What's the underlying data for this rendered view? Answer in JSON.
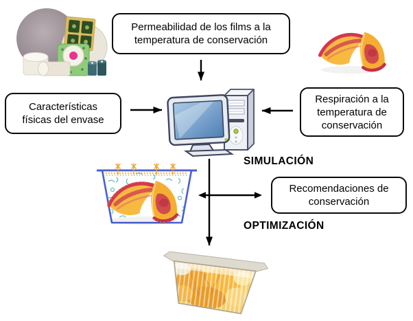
{
  "diagram": {
    "boxes": {
      "permeability": {
        "lines": [
          "Permeabilidad de los films a la",
          "temperatura de conservación"
        ]
      },
      "physical": {
        "lines": [
          "Características",
          "físicas del envase"
        ]
      },
      "respiration": {
        "lines": [
          "Respiración a la",
          "temperatura de",
          "conservación"
        ]
      },
      "recommendations": {
        "lines": [
          "Recomendaciones de",
          "conservación"
        ]
      }
    },
    "labels": {
      "simulation": "SIMULACIÓN",
      "optimization": "OPTIMIZACIÓN"
    },
    "images": {
      "film_rolls": "packaging-film-rolls",
      "peach_slices": "peach-slices",
      "computer": "desktop-computer",
      "tub_schematic": "tub-with-peaches-and-gas-exchange",
      "packed_tray": "sealed-tray-with-peach-slices"
    },
    "colors": {
      "background": "#ffffff",
      "box_border": "#000000",
      "arrow": "#000000",
      "tub_outline": "#4a5fd0",
      "gas_symbol": "#49aeb2",
      "film_mark": "#f0ac30",
      "peach_flesh": "#f6b63c",
      "peach_skin": "#d5374e",
      "screen_blue": "#4e7fb4"
    }
  }
}
